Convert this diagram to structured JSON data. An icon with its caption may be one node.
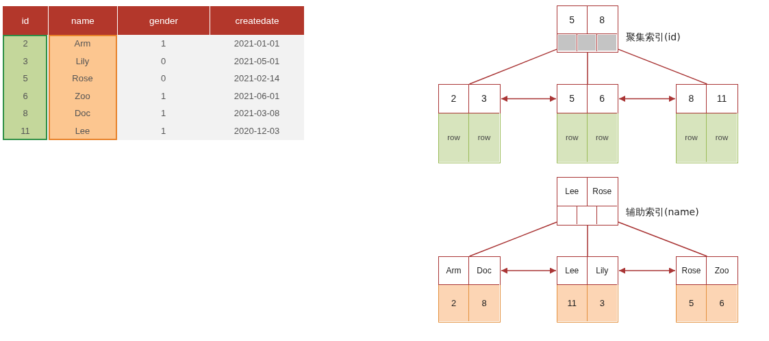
{
  "diagram": {
    "nodes": [
      {
        "text": [
          "5",
          "8"
        ],
        "beside": [
          "聚集索引(id)"
        ]
      },
      {
        "text": [
          "2",
          "3",
          "row",
          "row"
        ]
      },
      {
        "text": [
          "5",
          "6",
          "row",
          "row"
        ]
      },
      {
        "text": [
          "8",
          "11",
          "row",
          "row"
        ]
      },
      {
        "text": [
          "Lee",
          "Rose"
        ],
        "beside": [
          "辅助索引(name)"
        ]
      },
      {
        "text": [
          "Arm",
          "Doc",
          "2",
          "8"
        ]
      },
      {
        "text": [
          "Lee",
          "Lily",
          "11",
          "3"
        ]
      },
      {
        "text": [
          "Rose",
          "Zoo",
          "5",
          "6"
        ]
      }
    ],
    "edges": [
      {
        "from": 0,
        "to": 1,
        "arrow": "none"
      },
      {
        "from": 0,
        "to": 2,
        "arrow": "none"
      },
      {
        "from": 0,
        "to": 3,
        "arrow": "none"
      },
      {
        "from": 1,
        "to": 2,
        "arrow": "both"
      },
      {
        "from": 2,
        "to": 3,
        "arrow": "both"
      },
      {
        "from": 4,
        "to": 5,
        "arrow": "none"
      },
      {
        "from": 4,
        "to": 6,
        "arrow": "none"
      },
      {
        "from": 4,
        "to": 7,
        "arrow": "none"
      },
      {
        "from": 5,
        "to": 6,
        "arrow": "both"
      },
      {
        "from": 6,
        "to": 7,
        "arrow": "both"
      }
    ],
    "labels": [
      "id",
      "name",
      "gender",
      "createdate",
      "2",
      "Arm",
      "1",
      "2021-01-01",
      "3",
      "Lily",
      "0",
      "2021-05-01",
      "5",
      "Rose",
      "0",
      "2021-02-14",
      "6",
      "Zoo",
      "1",
      "2021-06-01",
      "8",
      "Doc",
      "1",
      "2021-03-08",
      "11",
      "Lee",
      "1",
      "2020-12-03"
    ]
  }
}
